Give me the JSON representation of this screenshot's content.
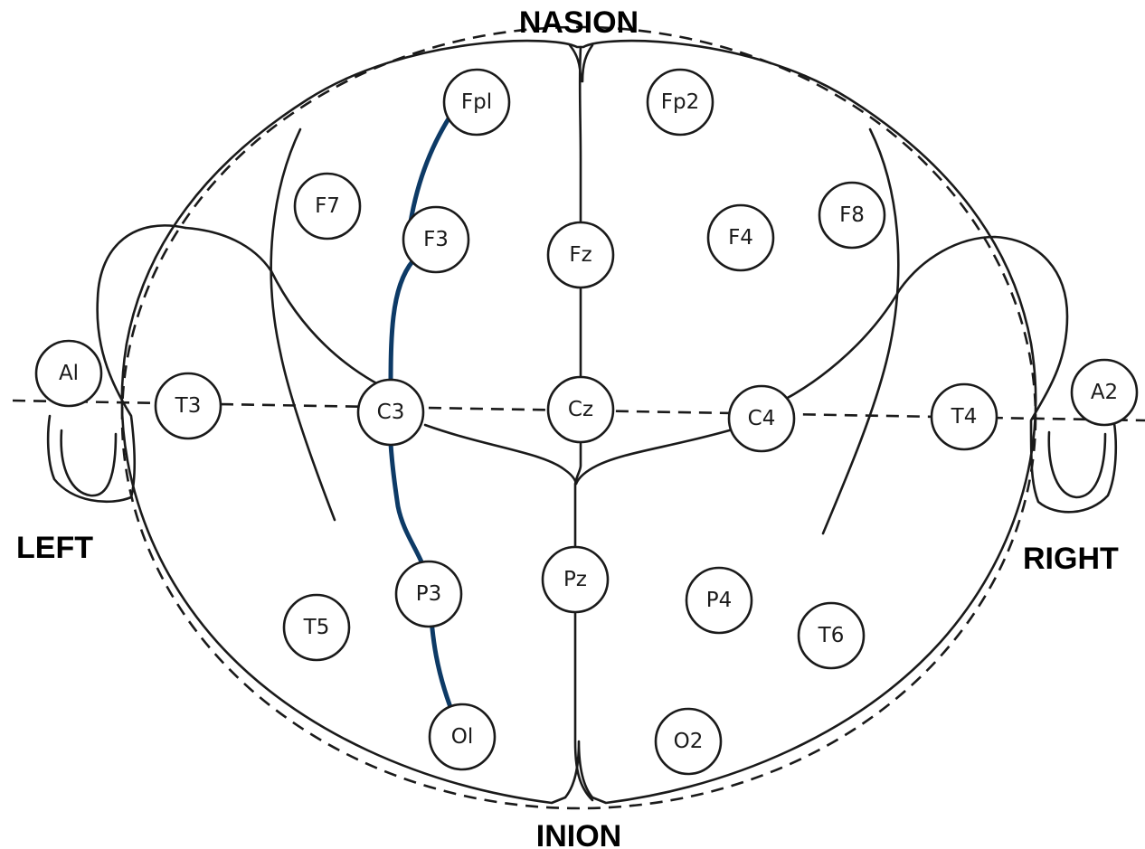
{
  "labels": {
    "nasion": "NASION",
    "inion": "INION",
    "left": "LEFT",
    "right": "RIGHT"
  },
  "electrodes": [
    {
      "id": "fp1",
      "text": "Fpl"
    },
    {
      "id": "fp2",
      "text": "Fp2"
    },
    {
      "id": "f7",
      "text": "F7"
    },
    {
      "id": "f3",
      "text": "F3"
    },
    {
      "id": "fz",
      "text": "Fz"
    },
    {
      "id": "f4",
      "text": "F4"
    },
    {
      "id": "f8",
      "text": "F8"
    },
    {
      "id": "a1",
      "text": "Al"
    },
    {
      "id": "t3",
      "text": "T3"
    },
    {
      "id": "c3",
      "text": "C3"
    },
    {
      "id": "cz",
      "text": "Cz"
    },
    {
      "id": "c4",
      "text": "C4"
    },
    {
      "id": "t4",
      "text": "T4"
    },
    {
      "id": "a2",
      "text": "A2"
    },
    {
      "id": "t5",
      "text": "T5"
    },
    {
      "id": "p3",
      "text": "P3"
    },
    {
      "id": "pz",
      "text": "Pz"
    },
    {
      "id": "p4",
      "text": "P4"
    },
    {
      "id": "t6",
      "text": "T6"
    },
    {
      "id": "o1",
      "text": "Ol"
    },
    {
      "id": "o2",
      "text": "O2"
    }
  ],
  "highlight_chain": {
    "electrodes": [
      "fp1",
      "f3",
      "c3",
      "p3",
      "o1"
    ],
    "color": "#0d3a66"
  }
}
